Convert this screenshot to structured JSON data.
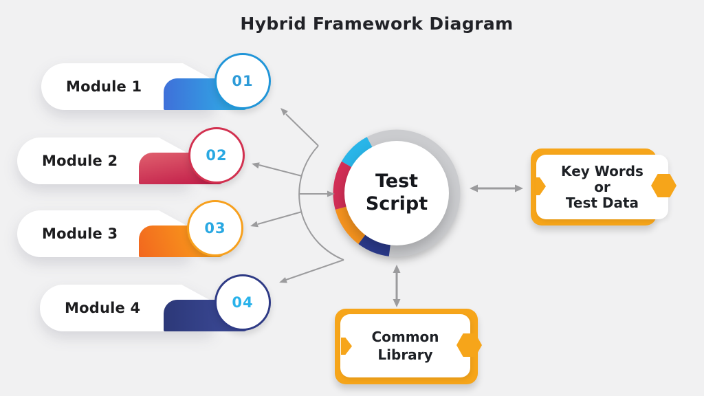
{
  "title": "Hybrid Framework Diagram",
  "modules": [
    {
      "label": "Module 1",
      "number": "01",
      "circle_border": "#2095d8",
      "number_color": "#2d9bd8",
      "tab_gradient": [
        "#3f70d9",
        "#2cb6e8"
      ],
      "tab_gradient_angle": "90deg"
    },
    {
      "label": "Module 2",
      "number": "02",
      "circle_border": "#d2304f",
      "number_color": "#29a8e2",
      "tab_gradient": [
        "#e0606e",
        "#c01a47"
      ],
      "tab_gradient_angle": "170deg"
    },
    {
      "label": "Module 3",
      "number": "03",
      "circle_border": "#f7a01d",
      "number_color": "#29a8e2",
      "tab_gradient": [
        "#f2671f",
        "#fbab1a"
      ],
      "tab_gradient_angle": "70deg"
    },
    {
      "label": "Module 4",
      "number": "04",
      "circle_border": "#2e3a85",
      "number_color": "#29b2ea",
      "tab_gradient": [
        "#2c3878",
        "#3e4c9c"
      ],
      "tab_gradient_angle": "90deg"
    }
  ],
  "center": {
    "label": "Test Script",
    "ring_color": "#cbcccf",
    "ring_segments": [
      {
        "name": "navy",
        "color": "#2b3a8c"
      },
      {
        "name": "orange",
        "color": "#f7941e"
      },
      {
        "name": "red",
        "color": "#d22e56"
      },
      {
        "name": "cyan",
        "color": "#29b5e8"
      }
    ]
  },
  "nodes": {
    "keywords": {
      "lines": [
        "Key Words",
        "or",
        "Test Data"
      ]
    },
    "common_library": {
      "lines": [
        "Common",
        "Library"
      ]
    }
  },
  "colors": {
    "background": "#f1f1f2",
    "accent_orange": "#f6a51a",
    "arrow_gray": "#9b9b9d",
    "title_color": "#212227"
  }
}
